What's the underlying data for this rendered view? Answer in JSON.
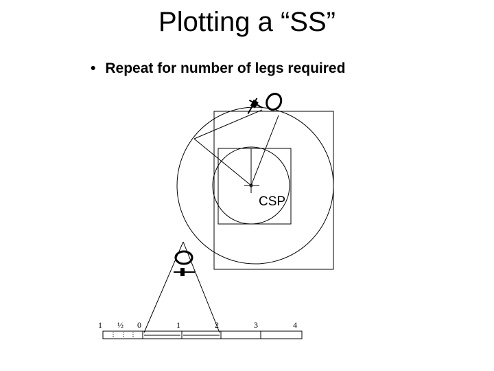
{
  "slide": {
    "title": "Plotting a “SS”",
    "bullet_marker": "•",
    "bullet_text": "Repeat for number of legs required"
  },
  "diagram": {
    "center_label": "CSP",
    "scale_labels": [
      "1",
      "½",
      "0",
      "1",
      "2",
      "3",
      "4"
    ],
    "icons": [
      "diver-icon",
      "diver-icon"
    ]
  },
  "colors": {
    "ink": "#000000",
    "background": "#ffffff"
  }
}
